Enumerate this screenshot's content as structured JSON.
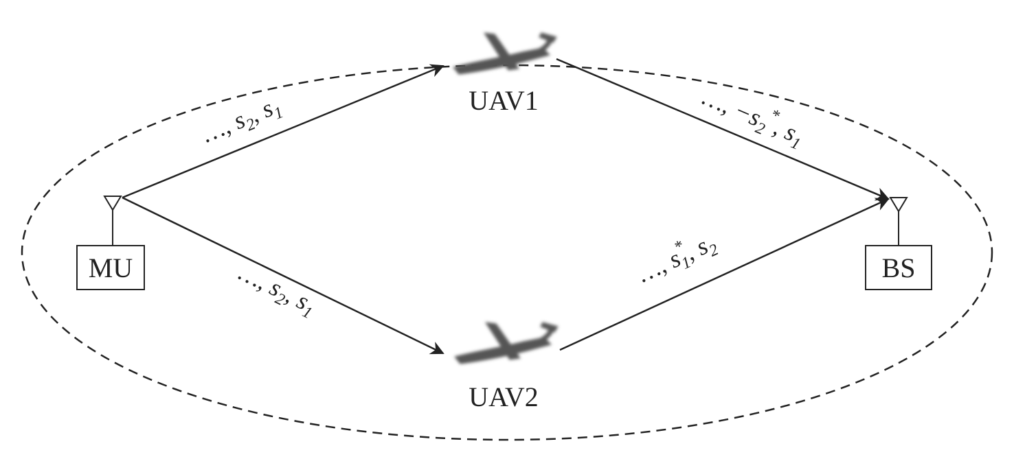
{
  "nodes": {
    "mu": "MU",
    "bs": "BS",
    "uav1": "UAV1",
    "uav2": "UAV2"
  },
  "links": {
    "mu_uav1": {
      "prefix": "…, ",
      "a": "s",
      "a_sub": "2",
      "sep": ", ",
      "b": "s",
      "b_sub": "1"
    },
    "uav1_bs": {
      "prefix": "…, −",
      "a": "s",
      "a_sub": "2",
      "a_sup": "*",
      "sep": ", ",
      "b": "s",
      "b_sub": "1"
    },
    "mu_uav2": {
      "prefix": "…, ",
      "a": "s",
      "a_sub": "2",
      "sep": ", ",
      "b": "s",
      "b_sub": "1"
    },
    "uav2_bs": {
      "prefix": "…, ",
      "a": "s",
      "a_sub": "1",
      "a_sup": "*",
      "sep": ", ",
      "b": "s",
      "b_sub": "2"
    }
  },
  "colors": {
    "stroke": "#222222",
    "plane": "#555555"
  }
}
